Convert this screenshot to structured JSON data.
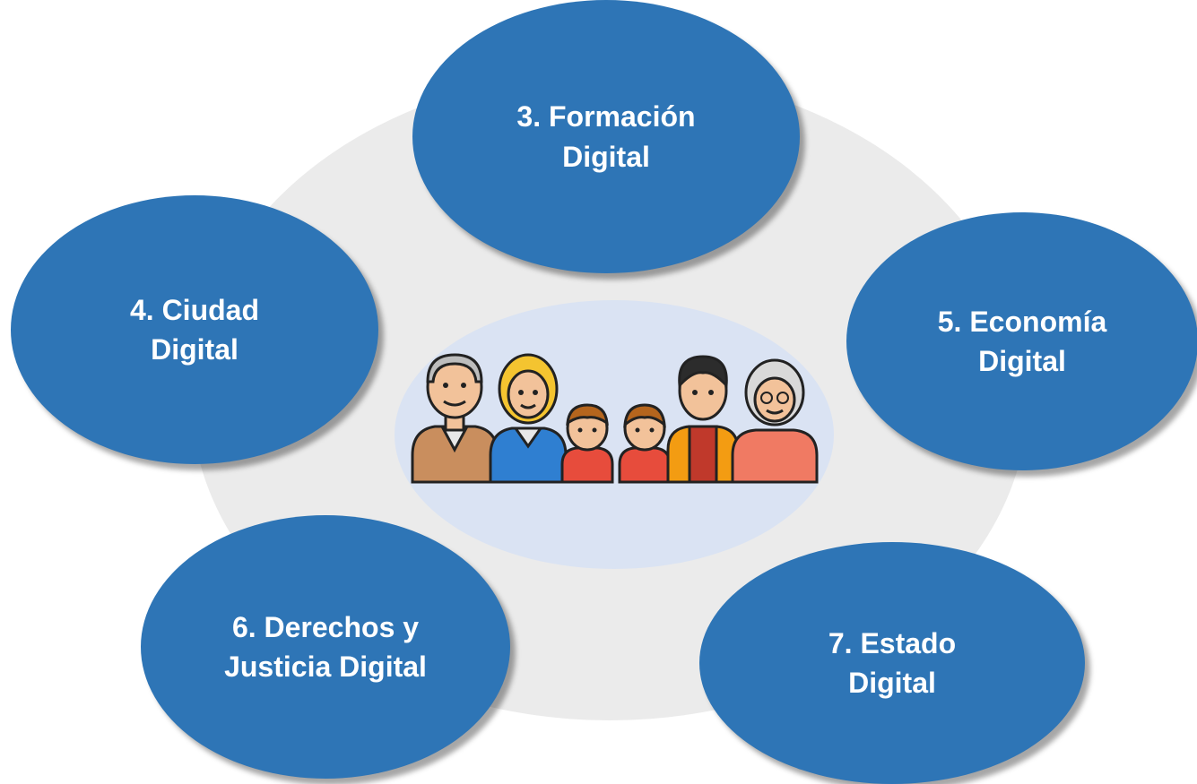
{
  "diagram": {
    "nodes": [
      {
        "id": "3",
        "line1": "3. Formación",
        "line2": "Digital"
      },
      {
        "id": "4",
        "line1": "4. Ciudad",
        "line2": "Digital"
      },
      {
        "id": "5",
        "line1": "5. Economía",
        "line2": "Digital"
      },
      {
        "id": "6",
        "line1": "6. Derechos y",
        "line2": "Justicia Digital"
      },
      {
        "id": "7",
        "line1": "7. Estado",
        "line2": "Digital"
      }
    ],
    "center_icon": "family-icon"
  },
  "colors": {
    "bubble": "#2e75b6",
    "background_ring": "#ebebeb",
    "center": "#dae3f3",
    "label": "#ffffff"
  }
}
